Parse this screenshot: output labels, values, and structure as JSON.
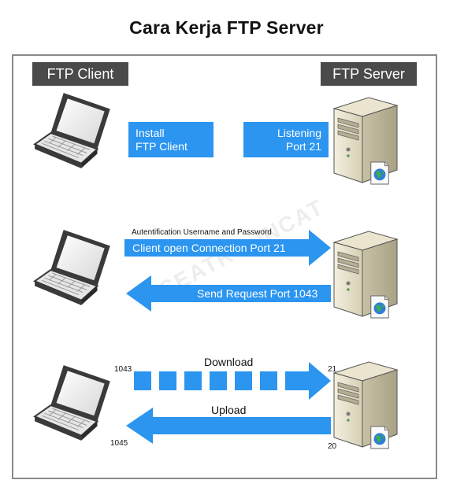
{
  "title": "Cara Kerja FTP Server",
  "labels": {
    "client": "FTP Client",
    "server": "FTP Server"
  },
  "step1": {
    "client_box": [
      "Install",
      "FTP Client"
    ],
    "server_box": [
      "Listening",
      "Port 21"
    ]
  },
  "step2": {
    "auth_caption": "Autentification Username and Password",
    "open_connection": "Client open Connection Port 21",
    "send_request": "Send Request Port 1043"
  },
  "step3": {
    "download": "Download",
    "upload": "Upload",
    "port_client_top": "1043",
    "port_client_bottom": "1045",
    "port_server_top": "21",
    "port_server_bottom": "20"
  },
  "watermark": "CEATRO-INCAT",
  "icons": [
    "laptop-icon",
    "server-icon",
    "globe-document-icon"
  ],
  "colors": {
    "accent": "#2b95f0",
    "label_bg": "#4a4a4a"
  }
}
